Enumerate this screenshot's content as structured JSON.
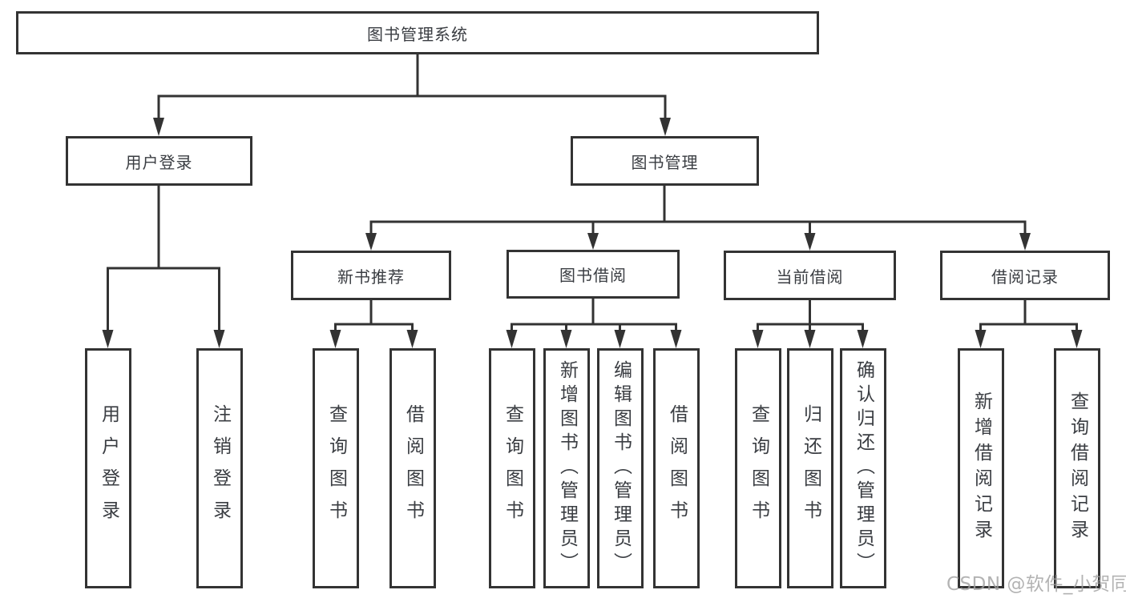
{
  "nodes": {
    "root": "图书管理系统",
    "user_login": "用户登录",
    "book_mgmt": "图书管理",
    "new_book_rec": "新书推荐",
    "book_borrow": "图书借阅",
    "current_borrow": "当前借阅",
    "borrow_records": "借阅记录",
    "leaf_user_login": "用户登录",
    "leaf_logout": "注销登录",
    "leaf_nbr_query_book": "查询图书",
    "leaf_nbr_borrow_book": "借阅图书",
    "leaf_bb_query_book": "查询图书",
    "leaf_bb_add_book": "新增图书（管理员）",
    "leaf_bb_edit_book": "编辑图书（管理员）",
    "leaf_bb_borrow_book": "借阅图书",
    "leaf_cb_query_book": "查询图书",
    "leaf_cb_return_book": "归还图书",
    "leaf_cb_confirm_return": "确认归还（管理员）",
    "leaf_br_add_record": "新增借阅记录",
    "leaf_br_query_record": "查询借阅记录"
  },
  "watermark": "CSDN @软件_小贺同学",
  "colors": {
    "line": "#333333",
    "text": "#3a3d42",
    "watermark": "#a0a0a0",
    "background": "#ffffff"
  }
}
